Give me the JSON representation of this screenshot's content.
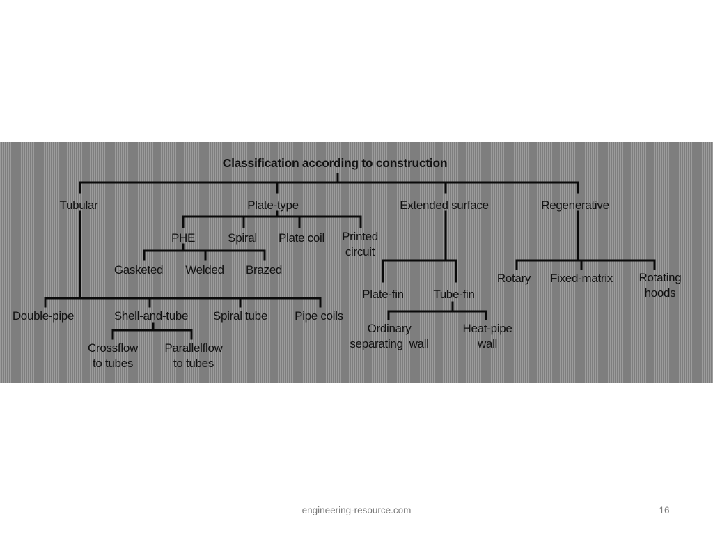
{
  "diagram": {
    "title": "Classification according to construction",
    "nodes": {
      "tubular": "Tubular",
      "plate_type": "Plate-type",
      "extended_surface": "Extended surface",
      "regenerative": "Regenerative",
      "phe": "PHE",
      "spiral": "Spiral",
      "plate_coil": "Plate coil",
      "printed_circuit": "Printed\ncircuit",
      "gasketed": "Gasketed",
      "welded": "Welded",
      "brazed": "Brazed",
      "double_pipe": "Double-pipe",
      "shell_and_tube": "Shell-and-tube",
      "spiral_tube": "Spiral tube",
      "pipe_coils": "Pipe coils",
      "crossflow": "Crossflow\nto tubes",
      "parallelflow": "Parallelflow\nto tubes",
      "plate_fin": "Plate-fin",
      "tube_fin": "Tube-fin",
      "ordinary_wall": "Ordinary\nseparating  wall",
      "heat_pipe_wall": "Heat-pipe\nwall",
      "rotary": "Rotary",
      "fixed_matrix": "Fixed-matrix",
      "rotating_hoods": "Rotating\nhoods"
    },
    "colors": {
      "line": "#0a0a0a",
      "text": "#111111",
      "panel": "#8c8c8c"
    }
  },
  "footer": {
    "source": "engineering-resource.com",
    "page_number": "16"
  }
}
